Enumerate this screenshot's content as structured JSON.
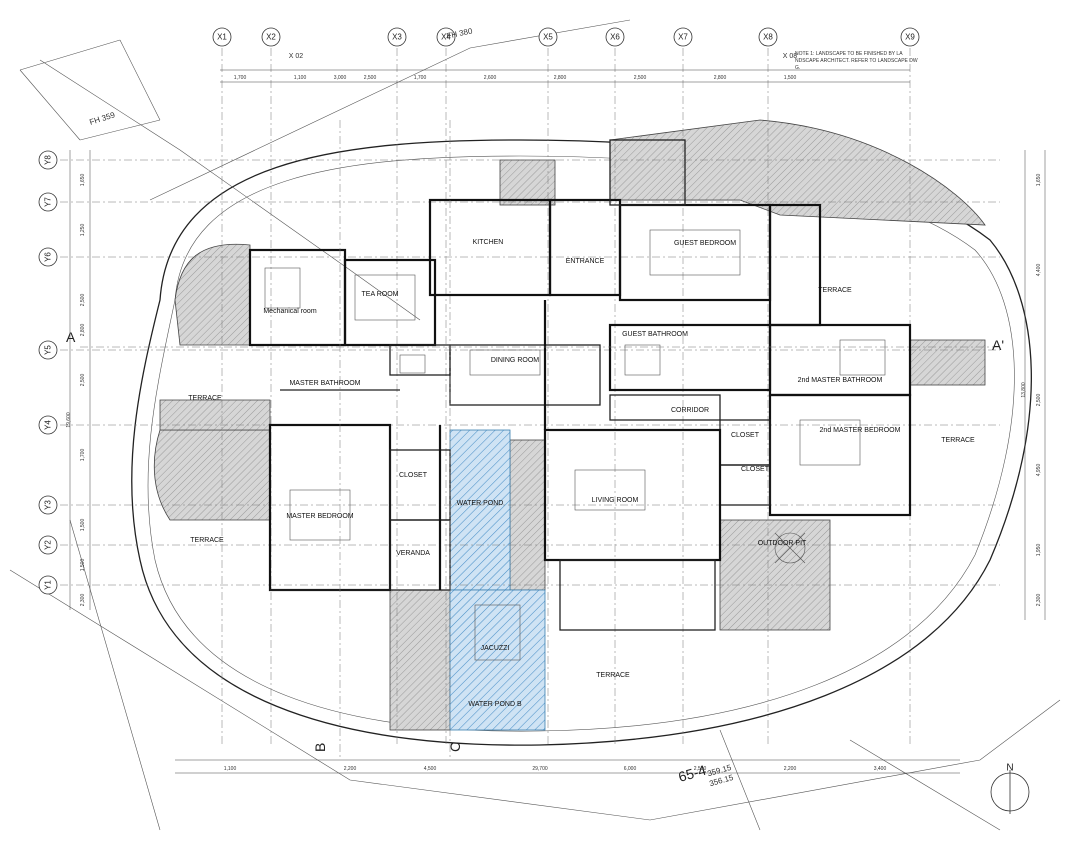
{
  "grid_x": [
    {
      "id": "X1",
      "label": "X1"
    },
    {
      "id": "X2",
      "label": "X2"
    },
    {
      "id": "X3",
      "label": "X3"
    },
    {
      "id": "X4",
      "label": "X4"
    },
    {
      "id": "X5",
      "label": "X5"
    },
    {
      "id": "X6",
      "label": "X6"
    },
    {
      "id": "X7",
      "label": "X7"
    },
    {
      "id": "X8",
      "label": "X8"
    },
    {
      "id": "X9",
      "label": "X9"
    }
  ],
  "grid_y": [
    {
      "id": "Y8",
      "label": "Y8"
    },
    {
      "id": "Y7",
      "label": "Y7"
    },
    {
      "id": "Y6",
      "label": "Y6"
    },
    {
      "id": "Y5",
      "label": "Y5"
    },
    {
      "id": "Y4",
      "label": "Y4"
    },
    {
      "id": "Y3",
      "label": "Y3"
    },
    {
      "id": "Y2",
      "label": "Y2"
    },
    {
      "id": "Y1",
      "label": "Y1"
    }
  ],
  "grid_sub": {
    "x02": "X 02",
    "x08": "X 08"
  },
  "top_dims": [
    "1,700",
    "1,100",
    "3,000",
    "2,500",
    "1,700",
    "2,600",
    "2,800",
    "2,500",
    "2,800",
    "1,500"
  ],
  "bottom_dims": [
    "1,100",
    "2,200",
    "4,500",
    "29,700",
    "6,000",
    "2,500",
    "2,200",
    "3,400"
  ],
  "left_dims": [
    "1,650",
    "1,250",
    "2,500",
    "2,800",
    "2,500",
    "1,700",
    "1,500",
    "1,500",
    "2,300",
    "19,600"
  ],
  "right_dims": [
    "1,650",
    "4,400",
    "2,500",
    "4,950",
    "1,950",
    "2,300",
    "13,800"
  ],
  "rooms": [
    {
      "id": "kitchen",
      "label": "KITCHEN"
    },
    {
      "id": "entrance",
      "label": "ENTRANCE"
    },
    {
      "id": "guest-bedroom",
      "label": "GUEST BEDROOM"
    },
    {
      "id": "mechanical-room",
      "label": "Mechanical room"
    },
    {
      "id": "tea-room",
      "label": "TEA ROOM"
    },
    {
      "id": "dining-room",
      "label": "DINING ROOM"
    },
    {
      "id": "guest-bathroom",
      "label": "GUEST BATHROOM"
    },
    {
      "id": "master-bathroom",
      "label": "MASTER BATHROOM"
    },
    {
      "id": "2nd-master-bathroom",
      "label": "2nd MASTER BATHROOM"
    },
    {
      "id": "corridor",
      "label": "CORRIDOR"
    },
    {
      "id": "terrace-left-top",
      "label": "TERRACE"
    },
    {
      "id": "terrace-right-top",
      "label": "TERRACE"
    },
    {
      "id": "terrace-right",
      "label": "TERRACE"
    },
    {
      "id": "2nd-master-bedroom",
      "label": "2nd MASTER BEDROOM"
    },
    {
      "id": "closet-right-a",
      "label": "CLOSET"
    },
    {
      "id": "closet-right-b",
      "label": "CLOSET"
    },
    {
      "id": "closet-left",
      "label": "CLOSET"
    },
    {
      "id": "water-pond",
      "label": "WATER POND"
    },
    {
      "id": "living-room",
      "label": "LIVING ROOM"
    },
    {
      "id": "master-bedroom",
      "label": "MASTER BEDROOM"
    },
    {
      "id": "terrace-left-bottom",
      "label": "TERRACE"
    },
    {
      "id": "veranda",
      "label": "VERANDA"
    },
    {
      "id": "terrace-bottom",
      "label": "TERRACE"
    },
    {
      "id": "water-pond-b",
      "label": "WATER POND B"
    },
    {
      "id": "outdoor-pit",
      "label": "OUTDOOR PIT"
    },
    {
      "id": "jacuzzi",
      "label": "JACUZZI"
    }
  ],
  "section_marks": {
    "a_left": "A",
    "a_right": "A'",
    "b": "B",
    "c": "C"
  },
  "spot_levels": {
    "top": "FH 380",
    "left": "FH 359"
  },
  "lot_number": "65-4",
  "lot_area": "359.15",
  "lot_area_2": "356.15",
  "north_label": "N",
  "top_note": "NOTE 1: LANDSCAPE TO BE FINISHED BY LANDSCAPE ARCHITECT. REFER TO LANDSCAPE DWG.",
  "colors": {
    "water": "#4a90c8",
    "hatch": "#888888",
    "line": "#111111"
  }
}
